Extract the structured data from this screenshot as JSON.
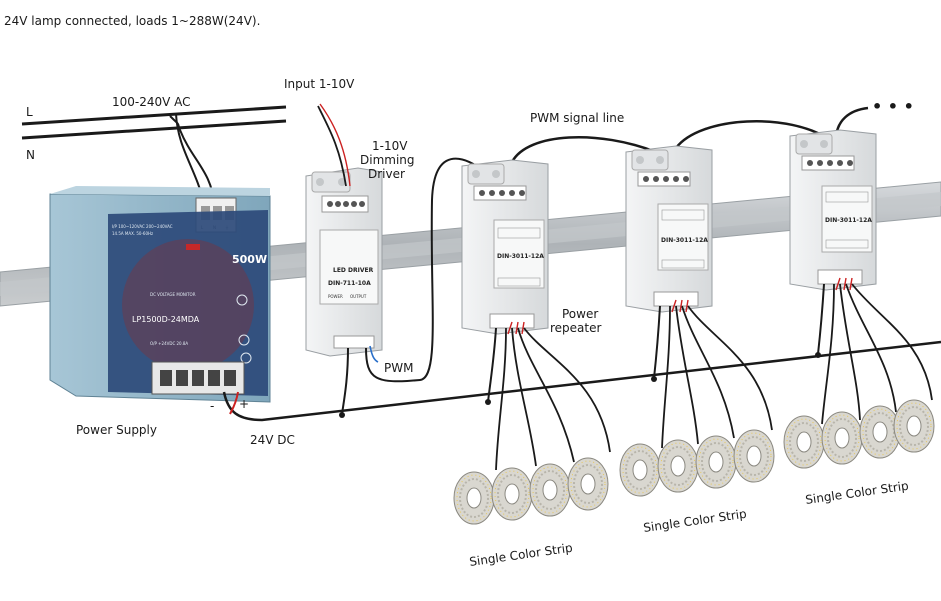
{
  "caption": "24V lamp connected, loads 1~288W(24V).",
  "labels": {
    "mains_voltage": "100-240V AC",
    "line_l": "L",
    "line_n": "N",
    "input_signal": "Input 1-10V",
    "driver_title_1": "1-10V",
    "driver_title_2": "Dimming",
    "driver_title_3": "Driver",
    "pwm_signal_line": "PWM signal line",
    "pwm": "PWM",
    "power_repeater_1": "Power",
    "power_repeater_2": "repeater",
    "power_supply": "Power Supply",
    "dc_bus": "24V DC",
    "ellipsis": "• • •",
    "polarity_minus": "-",
    "polarity_plus": "+"
  },
  "power_supply": {
    "model": "LP1500D-24MDA",
    "wattage": "500W",
    "brand_line": "DC VOLTAGE MONITOR",
    "spec_1": "I/P 100~120VAC 200~240VAC",
    "spec_2": "14.5A MAX. 50-60Hz",
    "output": "O/P +24VDC 20.8A",
    "terminal_labels": [
      "L",
      "N",
      "⏚"
    ],
    "body_color": "#8fb6c9",
    "panel_color": "#2c4a7a"
  },
  "driver": {
    "model": "DIN-711-10A",
    "sub_label": "LED DRIVER",
    "table_headers": [
      "POWER",
      "OUTPUT"
    ]
  },
  "repeaters": [
    {
      "model": "DIN-3011-12A"
    },
    {
      "model": "DIN-3011-12A"
    },
    {
      "model": "DIN-3011-12A"
    }
  ],
  "strip_groups": [
    {
      "label": "Single Color Strip"
    },
    {
      "label": "Single Color Strip"
    },
    {
      "label": "Single Color Strip"
    }
  ],
  "colors": {
    "wire": "#1a1a1a",
    "red_wire": "#cc2222",
    "blue_wire": "#2a6fc9",
    "rail": "#b9bec2",
    "module": "#eceeef"
  }
}
